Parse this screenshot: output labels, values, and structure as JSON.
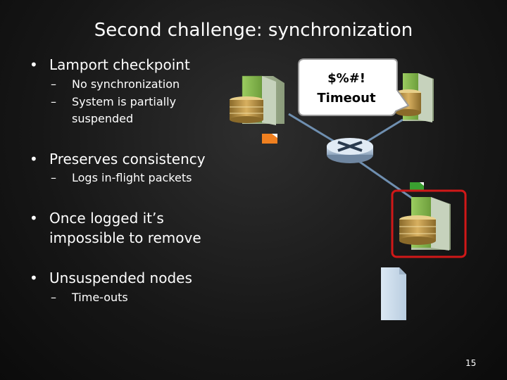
{
  "slide": {
    "title": "Second challenge: synchronization",
    "bullets": [
      {
        "text": "Lamport checkpoint",
        "sub": [
          "No synchronization",
          "System is partially suspended"
        ]
      },
      {
        "text": "Preserves consistency",
        "sub": [
          "Logs in-flight packets"
        ]
      },
      {
        "text": "Once logged it’s impossible to remove",
        "sub": []
      },
      {
        "text": "Unsuspended nodes",
        "sub": [
          "Time-outs"
        ]
      }
    ],
    "callout_text": "$%#! Timeout",
    "page_number": "15"
  },
  "colors": {
    "server_green": "#7fb24a",
    "database_gold": "#c8a24a",
    "highlight_red": "#d01818",
    "link_blue": "#6f8fb0",
    "packet_orange": "#f08020",
    "packet_green": "#3aa030"
  }
}
